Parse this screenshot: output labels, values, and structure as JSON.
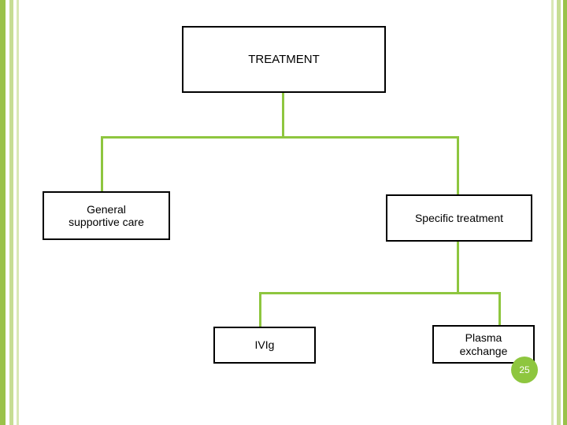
{
  "slide": {
    "page_number": "25",
    "accent_color": "#8ec63f",
    "box_border_color": "#000000",
    "background": "#ffffff"
  },
  "diagram": {
    "type": "tree",
    "nodes": [
      {
        "id": "treatment",
        "label": "TREATMENT"
      },
      {
        "id": "general",
        "label": "General\nsupportive care",
        "line1": "General",
        "line2": "supportive care"
      },
      {
        "id": "specific",
        "label": "Specific treatment"
      },
      {
        "id": "ivig",
        "label": "IVIg"
      },
      {
        "id": "plasma",
        "label": "Plasma\nexchange",
        "line1": "Plasma",
        "line2": "exchange"
      }
    ],
    "edges": [
      {
        "from": "treatment",
        "to": "general"
      },
      {
        "from": "treatment",
        "to": "specific"
      },
      {
        "from": "specific",
        "to": "ivig"
      },
      {
        "from": "specific",
        "to": "plasma"
      }
    ]
  }
}
